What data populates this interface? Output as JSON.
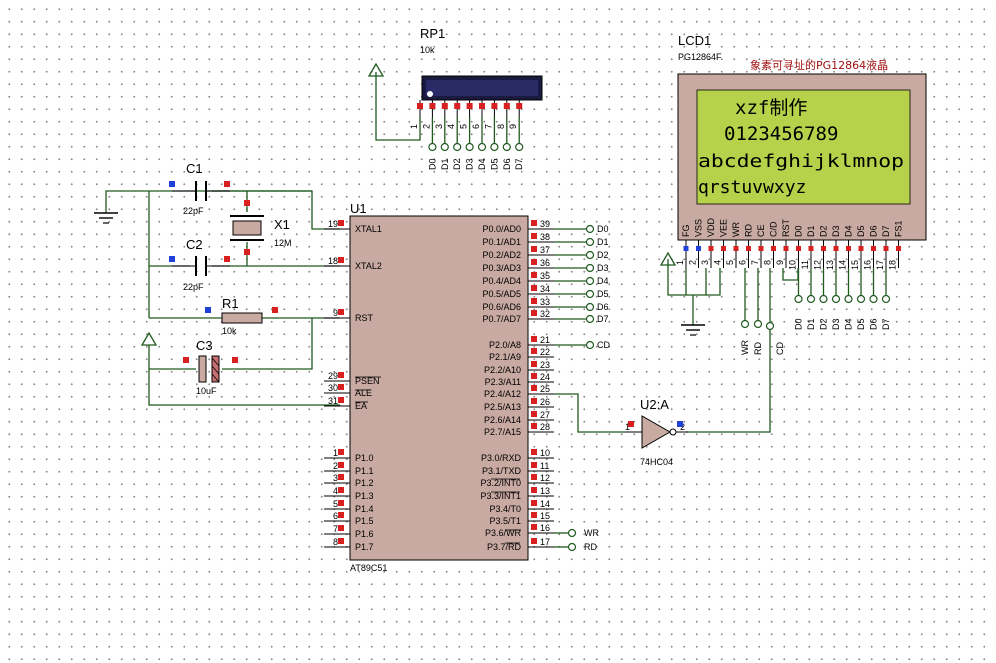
{
  "components": {
    "rp1": {
      "ref": "RP1",
      "value": "10k",
      "pins": [
        "1",
        "2",
        "3",
        "4",
        "5",
        "6",
        "7",
        "8",
        "9"
      ],
      "nets": [
        "D0",
        "D1",
        "D2",
        "D3",
        "D4",
        "D5",
        "D6",
        "D7"
      ]
    },
    "lcd1": {
      "ref": "LCD1",
      "part": "PG12864F",
      "note": "象素可寻址的PG12864液晶",
      "display_lines": [
        "xzf制作",
        "0123456789",
        "abcdefghijklmnop",
        "qrstuvwxyz"
      ],
      "pin_labels": [
        "FG",
        "VSS",
        "VDD",
        "VEE",
        "WR",
        "RD",
        "CE",
        "C/D",
        "RST",
        "D0",
        "D1",
        "D2",
        "D3",
        "D4",
        "D5",
        "D6",
        "D7",
        "FS1"
      ],
      "pin_nums": [
        "1",
        "2",
        "3",
        "4",
        "5",
        "6",
        "7",
        "8",
        "9",
        "10",
        "11",
        "12",
        "13",
        "14",
        "15",
        "16",
        "17",
        "18"
      ],
      "nets_bottom": [
        "D0",
        "D1",
        "D2",
        "D3",
        "D4",
        "D5",
        "D6",
        "D7"
      ],
      "net_wr": "WR",
      "net_rd": "RD",
      "net_cd": "CD"
    },
    "c1": {
      "ref": "C1",
      "value": "22pF"
    },
    "c2": {
      "ref": "C2",
      "value": "22pF"
    },
    "x1": {
      "ref": "X1",
      "value": "12M"
    },
    "r1": {
      "ref": "R1",
      "value": "10k"
    },
    "c3": {
      "ref": "C3",
      "value": "10uF"
    },
    "u1": {
      "ref": "U1",
      "part": "AT89C51",
      "left_pins": [
        {
          "label": "XTAL1",
          "num": "19"
        },
        {
          "label": "XTAL2",
          "num": "18"
        },
        {
          "label": "RST",
          "num": "9"
        },
        {
          "label": "PSEN",
          "num": "29"
        },
        {
          "label": "ALE",
          "num": "30"
        },
        {
          "label": "EA",
          "num": "31"
        },
        {
          "label": "P1.0",
          "num": "1"
        },
        {
          "label": "P1.1",
          "num": "2"
        },
        {
          "label": "P1.2",
          "num": "3"
        },
        {
          "label": "P1.3",
          "num": "4"
        },
        {
          "label": "P1.4",
          "num": "5"
        },
        {
          "label": "P1.5",
          "num": "6"
        },
        {
          "label": "P1.6",
          "num": "7"
        },
        {
          "label": "P1.7",
          "num": "8"
        }
      ],
      "right_pins": [
        {
          "label": "P0.0/AD0",
          "num": "39"
        },
        {
          "label": "P0.1/AD1",
          "num": "38"
        },
        {
          "label": "P0.2/AD2",
          "num": "37"
        },
        {
          "label": "P0.3/AD3",
          "num": "36"
        },
        {
          "label": "P0.4/AD4",
          "num": "35"
        },
        {
          "label": "P0.5/AD5",
          "num": "34"
        },
        {
          "label": "P0.6/AD6",
          "num": "33"
        },
        {
          "label": "P0.7/AD7",
          "num": "32"
        },
        {
          "label": "P2.0/A8",
          "num": "21"
        },
        {
          "label": "P2.1/A9",
          "num": "22"
        },
        {
          "label": "P2.2/A10",
          "num": "23"
        },
        {
          "label": "P2.3/A11",
          "num": "24"
        },
        {
          "label": "P2.4/A12",
          "num": "25"
        },
        {
          "label": "P2.5/A13",
          "num": "26"
        },
        {
          "label": "P2.6/A14",
          "num": "27"
        },
        {
          "label": "P2.7/A15",
          "num": "28"
        },
        {
          "label": "P3.0/RXD",
          "num": "10"
        },
        {
          "label": "P3.1/TXD",
          "num": "11"
        },
        {
          "label": "P3.2/INT0",
          "num": "12"
        },
        {
          "label": "P3.3/INT1",
          "num": "13"
        },
        {
          "label": "P3.4/T0",
          "num": "14"
        },
        {
          "label": "P3.5/T1",
          "num": "15"
        },
        {
          "label": "P3.6/WR",
          "num": "16"
        },
        {
          "label": "P3.7/RD",
          "num": "17"
        }
      ],
      "nets_p0": [
        "D0",
        "D1",
        "D2",
        "D3",
        "D4",
        "D5",
        "D6",
        "D7"
      ],
      "net_p20": "CD",
      "net_p36": "WR",
      "net_p37": "RD"
    },
    "u2": {
      "ref": "U2:A",
      "part": "74HC04",
      "pin_in": "1",
      "pin_out": "2"
    }
  },
  "colors": {
    "wire": "#1f5a1f",
    "chip_body": "#c8aaa2",
    "pin_marker": "#d82020",
    "node_marker": "#2040d8",
    "lcd_screen": "#b6d24a",
    "lcd_frame": "#c8aaa2",
    "note_text": "#a01010"
  }
}
